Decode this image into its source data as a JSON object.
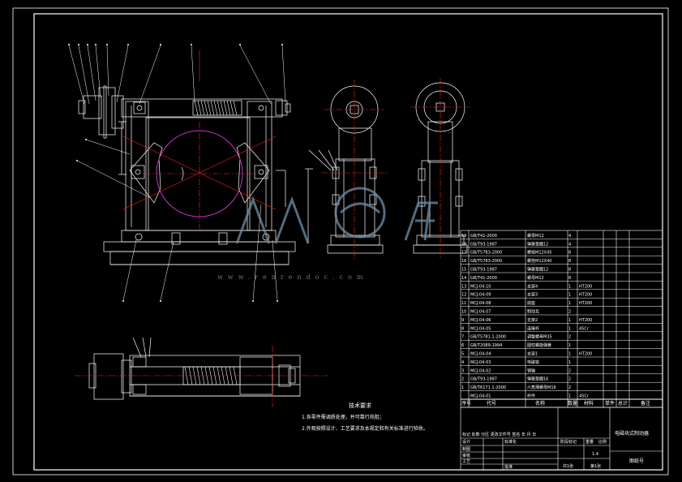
{
  "colors": {
    "background": "#000000",
    "line": "#ffffff",
    "centerline": "#ff2020",
    "circle": "#cc33cc",
    "watermark": "#6f8fa8"
  },
  "tech_notes": {
    "title": "技术要求",
    "line1": "1.各零件需调质处理，并可靠行热阻；",
    "line2": "2.外观按照设计、工艺要求及本规定和有关标准进行验收。"
  },
  "watermark": {
    "text": "www.renrendoc.com"
  },
  "bom": {
    "header": [
      "序号",
      "代号",
      "名称",
      "数量",
      "材料",
      "单件",
      "总计",
      "备注"
    ],
    "rows": [
      [
        "19",
        "GB/T41-2000",
        "螺母M12",
        "4",
        "",
        ""
      ],
      [
        "18",
        "GB/T93-1987",
        "弹簧垫圈12",
        "4",
        "",
        ""
      ],
      [
        "17",
        "GB/T5783-2000",
        "螺栓M12X45",
        "8",
        "",
        ""
      ],
      [
        "16",
        "GB/T5783-2000",
        "螺栓M12X40",
        "8",
        "",
        ""
      ],
      [
        "15",
        "GB/T93-1987",
        "弹簧垫圈12",
        "8",
        "",
        ""
      ],
      [
        "14",
        "GB/T41-2000",
        "螺母M12",
        "8",
        "",
        ""
      ],
      [
        "13",
        "MCJ-04-10",
        "支架4",
        "1",
        "HT200",
        ""
      ],
      [
        "12",
        "MCJ-04-09",
        "支架3",
        "1",
        "HT200",
        ""
      ],
      [
        "11",
        "MCJ-04-08",
        "底座",
        "1",
        "HT200",
        ""
      ],
      [
        "10",
        "MCJ-04-07",
        "制动瓦",
        "2",
        "",
        ""
      ],
      [
        "9",
        "MCJ-04-06",
        "支架2",
        "1",
        "HT200",
        ""
      ],
      [
        "8",
        "MCJ-04-05",
        "连接杆",
        "1",
        "45Cr",
        ""
      ],
      [
        "7",
        "GB/T5781.1-2000",
        "调整螺母M35",
        "2",
        "",
        ""
      ],
      [
        "6",
        "GB/T2089-1994",
        "圆柱螺旋弹簧",
        "1",
        "",
        ""
      ],
      [
        "5",
        "MCJ-04-04",
        "支架1",
        "1",
        "HT200",
        ""
      ],
      [
        "4",
        "MCJ-04-03",
        "电磁铁",
        "1",
        "",
        ""
      ],
      [
        "3",
        "MCJ-04-02",
        "销轴",
        "2",
        "",
        ""
      ],
      [
        "2",
        "GB/T93-1987",
        "弹簧垫圈16",
        "2",
        "",
        ""
      ],
      [
        "1",
        "GB/T6171.1-2000",
        "六角薄螺母M16",
        "2",
        "",
        ""
      ],
      [
        "",
        "MCJ-04-01",
        "杆件",
        "1",
        "45Cr",
        ""
      ]
    ]
  },
  "title_block": {
    "drawing_title": "电磁块式制动器",
    "drawing_no": "图纸号",
    "scale": "1:4",
    "sheets": "共1张",
    "sheet_no": "第1张",
    "labels": {
      "revision": "标记 处数 分区 更改文件号 签名 年 月 日",
      "design": "设计",
      "standard": "标准化",
      "stage": "阶段标记",
      "weight": "重量",
      "ratio": "比例",
      "draw": "制图",
      "check": "审核",
      "process": "工艺",
      "approve": "批准"
    }
  }
}
